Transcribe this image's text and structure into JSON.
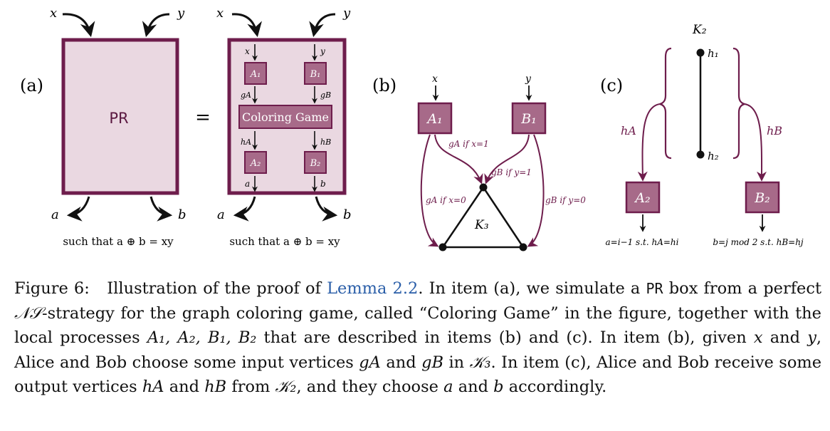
{
  "colors": {
    "plum": "#6e1d4c",
    "box_fill": "#a76a89",
    "pr_fill": "#ead8e1",
    "text_plum": "#5a1840",
    "link": "#2a5ea8"
  },
  "panel_a": {
    "label": "(a)",
    "in_x": "x",
    "in_y": "y",
    "out_a": "a",
    "out_b": "b",
    "pr_label": "PR",
    "equals": "=",
    "cond_left": "such that a ⊕ b = xy",
    "cond_right": "such that a ⊕ b = xy",
    "inner": {
      "x": "x",
      "y": "y",
      "A1": "A₁",
      "B1": "B₁",
      "gA": "gA",
      "gB": "gB",
      "coloring_game": "Coloring Game",
      "hA": "hA",
      "hB": "hB",
      "A2": "A₂",
      "B2": "B₂",
      "a": "a",
      "b": "b"
    },
    "right_in_x": "x",
    "right_in_y": "y",
    "right_out_a": "a",
    "right_out_b": "b"
  },
  "panel_b": {
    "label": "(b)",
    "in_x": "x",
    "in_y": "y",
    "A1": "A₁",
    "B1": "B₁",
    "gA_x1": "gA if x=1",
    "gB_y1": "gB if y=1",
    "gA_x0": "gA if x=0",
    "gB_y0": "gB if y=0",
    "K3": "K₃"
  },
  "panel_c": {
    "label": "(c)",
    "K2": "K₂",
    "h1": "h₁",
    "h2": "h₂",
    "hA": "hA",
    "hB": "hB",
    "A2": "A₂",
    "B2": "B₂",
    "out_left": "a=i−1 s.t. hA=hi",
    "out_right": "b=j mod 2 s.t. hB=hj"
  },
  "caption": {
    "fig_label": "Figure 6:",
    "text_1": "Illustration of the proof of",
    "link": "Lemma 2.2",
    "text_2": ". In item (a), we simulate a",
    "pr": "PR",
    "text_3": "box from a perfect",
    "ns": "𝒩𝒮",
    "text_4": "-strategy for the graph coloring game, called “Coloring Game” in the figure, together with the local processes",
    "procs": "A₁, A₂, B₁, B₂",
    "text_5": "that are described in items (b) and (c). In item (b), given",
    "x": "x",
    "text_6": "and",
    "y": "y",
    "text_7": ", Alice and Bob choose some input vertices",
    "gA": "gA",
    "text_8": "and",
    "gB": "gB",
    "text_9": "in",
    "K3": "𝒦₃",
    "text_10": ". In item (c), Alice and Bob receive some output vertices",
    "hA": "hA",
    "text_11": "and",
    "hB": "hB",
    "text_12": "from",
    "K2": "𝒦₂",
    "text_13": ", and they choose",
    "a": "a",
    "text_14": "and",
    "b": "b",
    "text_15": "accordingly."
  }
}
